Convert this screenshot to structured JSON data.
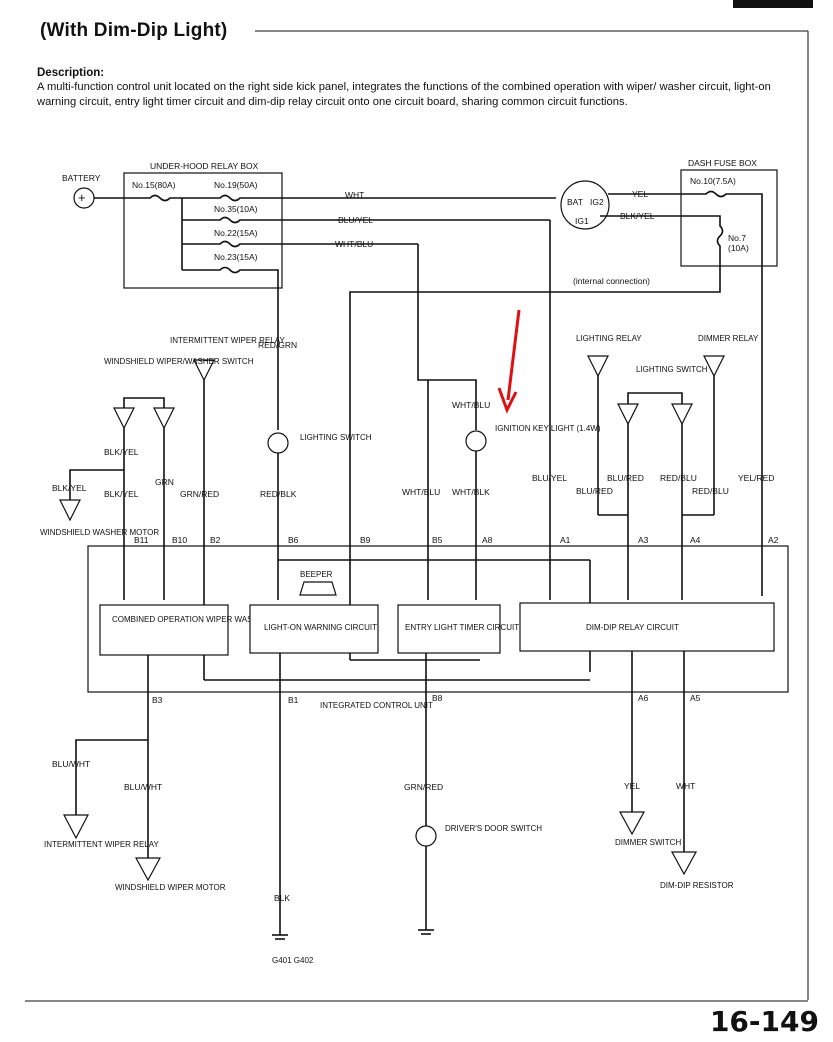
{
  "page": {
    "title": "(With Dim-Dip Light)",
    "description_heading": "Description:",
    "description_text": "A multi-function control unit located on the right side kick panel, integrates the functions of the combined operation with wiper/ washer circuit, light-on warning circuit, entry light timer circuit and dim-dip relay circuit onto one circuit board, sharing common circuit functions.",
    "page_number": "16-149"
  },
  "labels": {
    "battery": "BATTERY",
    "under_hood_relay_box": "UNDER-HOOD RELAY BOX",
    "fuse15": "No.15(80A)",
    "fuse19": "No.19(50A)",
    "fuse35": "No.35(10A)",
    "fuse22": "No.22(15A)",
    "fuse23": "No.23(15A)",
    "dash_fuse_box": "DASH FUSE BOX",
    "fuse10": "No.10(7.5A)",
    "fuse7": "No.7",
    "fuse7_rating": "(10A)",
    "internal_connection": "(internal connection)",
    "bat": "BAT",
    "ig2": "IG2",
    "ig1": "IG1",
    "wht": "WHT",
    "blu_yel": "BLU/YEL",
    "wht_blu": "WHT/BLU",
    "yel": "YEL",
    "blk_yel_dash": "BLK/YEL",
    "intermittent_wiper_relay": "INTERMITTENT WIPER RELAY",
    "windshield_switch": "WINDSHIELD WIPER/WASHER SWITCH",
    "red_grn": "RED/GRN",
    "lighting_switch": "LIGHTING SWITCH",
    "ignition_key_light": "IGNITION KEY LIGHT (1.4W)",
    "lighting_relay": "LIGHTING RELAY",
    "dimmer_relay": "DIMMER RELAY",
    "lighting_switch_2": "LIGHTING SWITCH",
    "blk_yel_1": "BLK/YEL",
    "blk_yel_2": "BLK/YEL",
    "blk_yel_3": "BLK/YEL",
    "grn": "GRN",
    "grn_red": "GRN/RED",
    "red_blk": "RED/BLK",
    "wht_blu_2": "WHT/BLU",
    "wht_blk": "WHT/BLK",
    "blu_yel_2": "BLU/YEL",
    "blu_red_1": "BLU/RED",
    "blu_red_2": "BLU/RED",
    "red_blu_1": "RED/BLU",
    "red_blu_2": "RED/BLU",
    "yel_red": "YEL/RED",
    "windshield_washer_motor": "WINDSHIELD WASHER MOTOR",
    "b11": "B11",
    "b10": "B10",
    "b2": "B2",
    "b6": "B6",
    "b9": "B9",
    "b5": "B5",
    "a8": "A8",
    "a1": "A1",
    "a3": "A3",
    "a4": "A4",
    "a2": "A2",
    "beeper": "BEEPER",
    "combined_circuit": "COMBINED OPERATION WIPER WASHER CIRCUIT",
    "light_on_circuit": "LIGHT-ON WARNING CIRCUIT",
    "entry_light_circuit": "ENTRY LIGHT TIMER CIRCUIT",
    "dim_dip_circuit": "DIM-DIP RELAY CIRCUIT",
    "b3": "B3",
    "b1": "B1",
    "b8": "B8",
    "a6": "A6",
    "a5": "A5",
    "integrated_control_unit": "INTEGRATED CONTROL UNIT",
    "blu_wht_1": "BLU/WHT",
    "blu_wht_2": "BLU/WHT",
    "intermittent_wiper_relay_2": "INTERMITTENT WIPER RELAY",
    "windshield_wiper_motor": "WINDSHIELD WIPER MOTOR",
    "blk": "BLK",
    "ground": "G401 G402",
    "grn_red_2": "GRN/RED",
    "drivers_door_switch": "DRIVER'S DOOR SWITCH",
    "yel_2": "YEL",
    "wht_2": "WHT",
    "dimmer_switch": "DIMMER SWITCH",
    "dim_dip_resistor": "DIM-DIP RESISTOR"
  },
  "colors": {
    "ink": "#111111",
    "annotation_arrow": "#e01010"
  }
}
